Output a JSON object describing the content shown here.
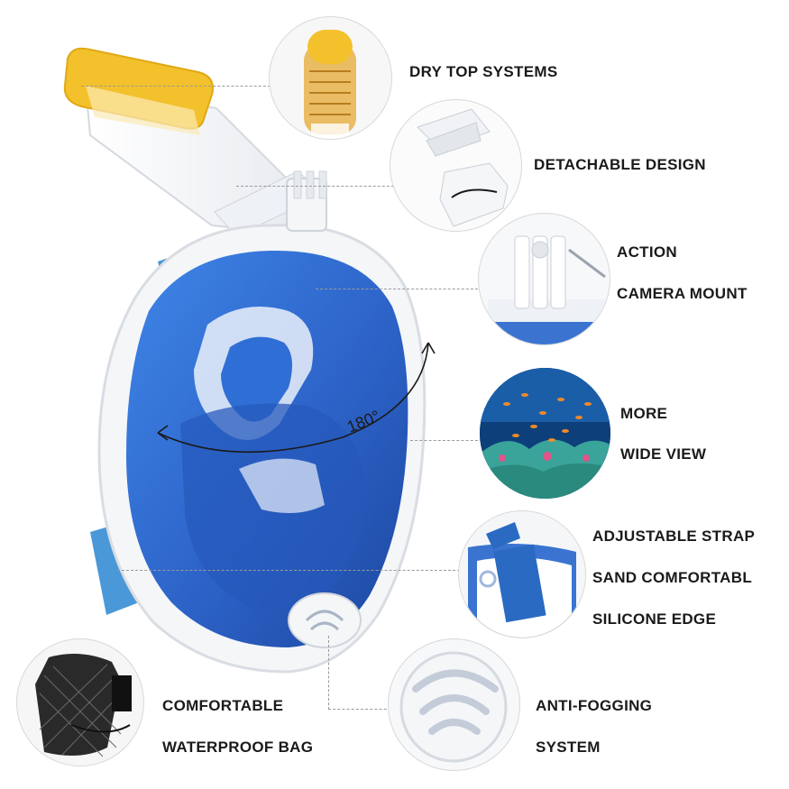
{
  "features": {
    "dry_top": "DRY TOP SYSTEMS",
    "detachable": "DETACHABLE DESIGN",
    "action_1": "ACTION",
    "action_2": "CAMERA MOUNT",
    "view_1": "MORE",
    "view_2": "WIDE VIEW",
    "strap_1": "ADJUSTABLE STRAP",
    "strap_2": "SAND COMFORTABL",
    "strap_3": "SILICONE EDGE",
    "bag_1": "COMFORTABLE",
    "bag_2": "WATERPROOF BAG",
    "fog_1": "ANTI-FOGGING",
    "fog_2": "SYSTEM"
  },
  "mask": {
    "angle_label": "180°"
  },
  "colors": {
    "mask_blue": "#2f6fd6",
    "mask_blue_dark": "#1f4fb0",
    "frame_white": "#f4f6f8",
    "strap_blue": "#4a98d8",
    "snorkel_yellow": "#f3c12b",
    "reef_water": "#0d3f7a"
  }
}
